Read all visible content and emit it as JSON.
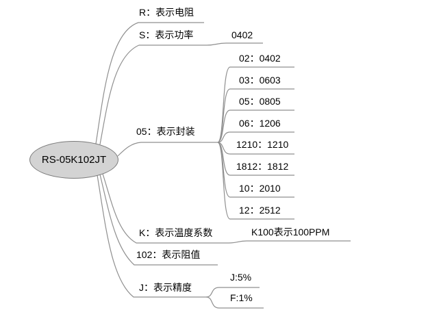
{
  "root": {
    "label": "RS-05K102JT"
  },
  "colors": {
    "line": "#8f8f8f",
    "text": "#000000",
    "node_fill": "#d3d3d3",
    "node_border": "#7a7a7a",
    "background": "#ffffff"
  },
  "branches": [
    {
      "label": "R：表示电阻",
      "children": []
    },
    {
      "label": "S：表示功率",
      "children": [
        {
          "label": "0402"
        }
      ]
    },
    {
      "label": "05：表示封装",
      "children": [
        {
          "label": "02：0402"
        },
        {
          "label": "03：0603"
        },
        {
          "label": "05：0805"
        },
        {
          "label": "06：1206"
        },
        {
          "label": "1210：1210"
        },
        {
          "label": "1812：1812"
        },
        {
          "label": "10：2010"
        },
        {
          "label": "12：2512"
        }
      ]
    },
    {
      "label": "K：表示温度系数",
      "children": [
        {
          "label": "K100表示100PPM"
        }
      ]
    },
    {
      "label": "102：表示阻值",
      "children": []
    },
    {
      "label": "J：表示精度",
      "children": [
        {
          "label": "J:5%"
        },
        {
          "label": "F:1%"
        }
      ]
    }
  ]
}
